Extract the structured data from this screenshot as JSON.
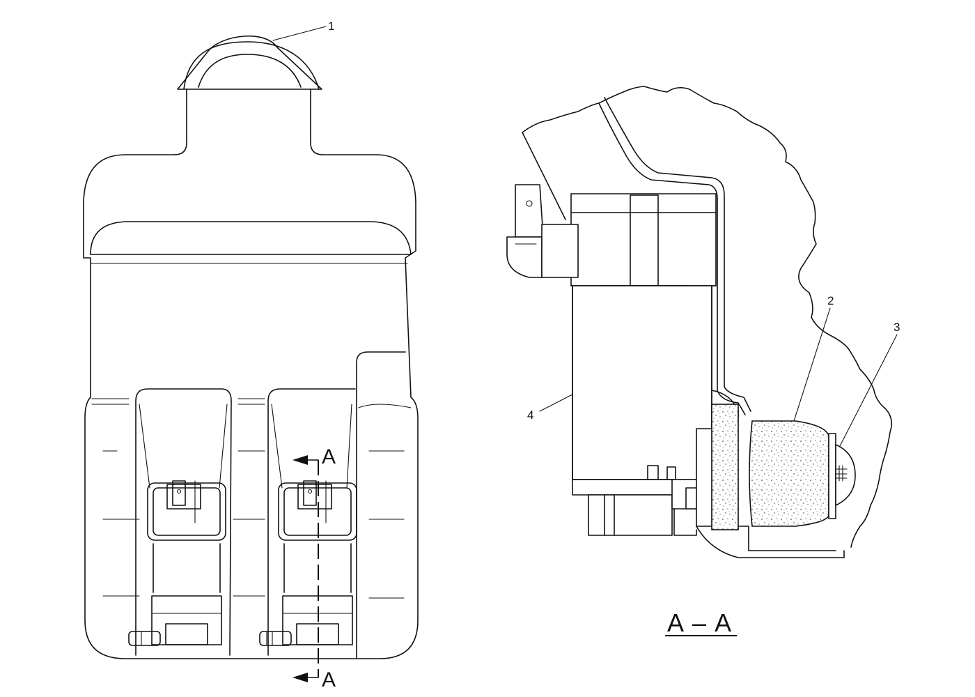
{
  "callouts": {
    "c1": "1",
    "c2": "2",
    "c3": "3",
    "c4": "4"
  },
  "section_marks": {
    "top": "A",
    "bottom": "A"
  },
  "section_title": "A – A"
}
